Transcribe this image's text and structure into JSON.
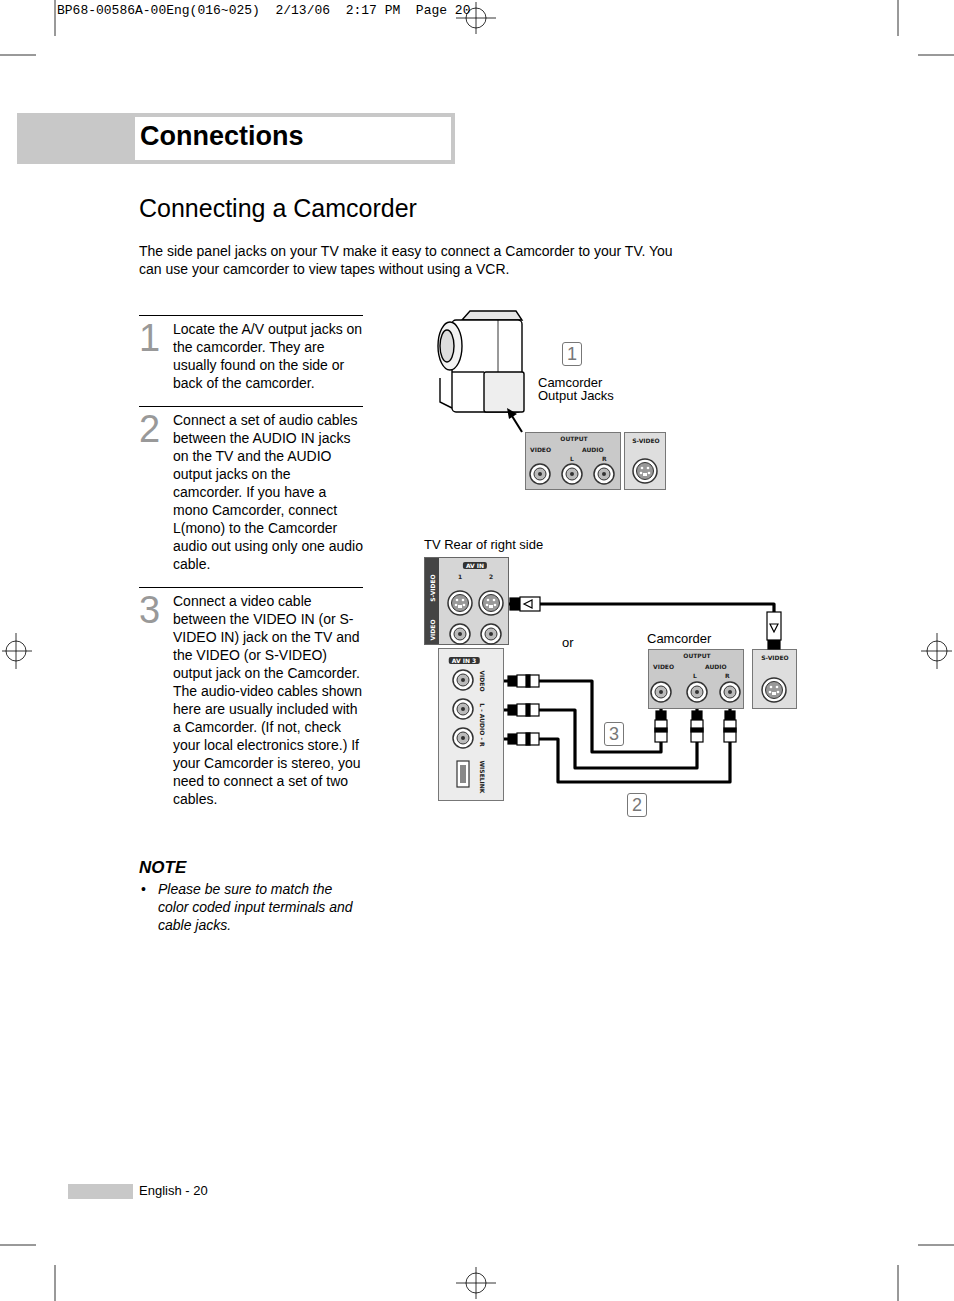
{
  "diagram": {
    "title": "Connecting a Camcorder",
    "nodes": [
      {
        "text": [
          "OUTPUT",
          "VIDEO",
          "AUDIO",
          "L",
          "R"
        ]
      },
      {
        "text": [
          "S-VIDEO"
        ]
      },
      {
        "text": [
          "AV IN",
          "1",
          "2",
          "S-VIDEO",
          "VIDEO"
        ]
      },
      {
        "text": [
          "AV IN 3",
          "VIDEO",
          "L - AUDIO - R",
          "WISELINK"
        ]
      },
      {
        "text": [
          "OUTPUT",
          "VIDEO",
          "AUDIO",
          "L",
          "R"
        ]
      },
      {
        "text": [
          "S-VIDEO"
        ]
      }
    ],
    "edges": [
      {
        "from": 4,
        "to": 3,
        "arrow": "none"
      },
      {
        "from": 4,
        "to": 3,
        "arrow": "none"
      },
      {
        "from": 4,
        "to": 3,
        "arrow": "none"
      },
      {
        "from": 5,
        "to": 2,
        "arrow": "none"
      }
    ],
    "labels": [
      "BP68-00586A-00Eng(016~025)  2/13/06  2:17 PM  Page 20",
      "Connections",
      "The side panel jacks on your TV make it easy to connect a Camcorder to your TV. You can use your camcorder to view tapes without using a VCR.",
      "1",
      "Locate the A/V output jacks on the camcorder. They are usually found on the side or back of the camcorder.",
      "2",
      "Connect a set of audio cables between the AUDIO IN jacks on the TV and the AUDIO output jacks on the camcorder. If you have a mono Camcorder, connect L(mono) to the Camcorder audio out using only one audio cable.",
      "3",
      "Connect a video cable between the VIDEO IN (or S-VIDEO IN) jack on the TV and the VIDEO (or S-VIDEO) output jack on the Camcorder. The audio-video cables shown here are usually included with a Camcorder. (If not, check your local electronics store.) If your Camcorder is stereo, you need to connect a set of two cables.",
      "NOTE",
      "•",
      "Please be sure to match the color coded input terminals and cable jacks.",
      "1",
      "Camcorder Output Jacks",
      "TV Rear of right side",
      "or",
      "Camcorder",
      "3",
      "2",
      "English - 20"
    ]
  }
}
